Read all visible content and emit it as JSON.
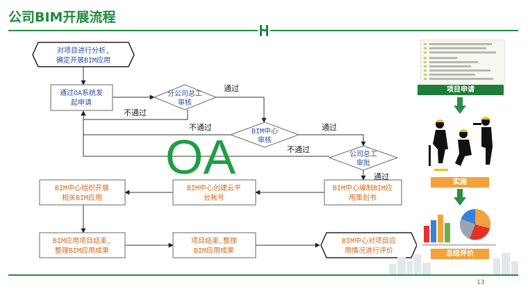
{
  "slide": {
    "title": "公司BIM开展流程",
    "page_number": "13"
  },
  "flow": {
    "start": [
      "对项目进行分析,",
      "确定开展BIM应用"
    ],
    "submit": [
      "通过OA系统发",
      "起申请"
    ],
    "branch_review": [
      "分公司总工",
      "审核"
    ],
    "bim_center_review": [
      "BIM中心",
      "审核"
    ],
    "company_approval": [
      "公司总工",
      "审批"
    ],
    "compile_plan": [
      "BIM中心编制BIM应",
      "用策划书"
    ],
    "create_account": [
      "BIM中心创建云平",
      "台账号"
    ],
    "organize": [
      "BIM中心组织开展",
      "相关BIM应用"
    ],
    "app_end": [
      "BIM应用项目结束,",
      "整理BIM应用成果"
    ],
    "project_end": [
      "项目结束,整理",
      "BIM应用成果"
    ],
    "evaluate": [
      "BIM中心对项目应",
      "用情况进行评价"
    ],
    "pass": "通过",
    "fail": "不通过",
    "watermark": "OA"
  },
  "side": {
    "apply": "项目申请",
    "implement": "实施",
    "summary": "总结评价"
  },
  "colors": {
    "brand_green": "#1e8a3c",
    "box_text_blue": "#2b4c9e",
    "box_text_orange": "#d06a1e",
    "stage_orange": "#f2a23a",
    "arrow_green": "#2e8b4a"
  }
}
